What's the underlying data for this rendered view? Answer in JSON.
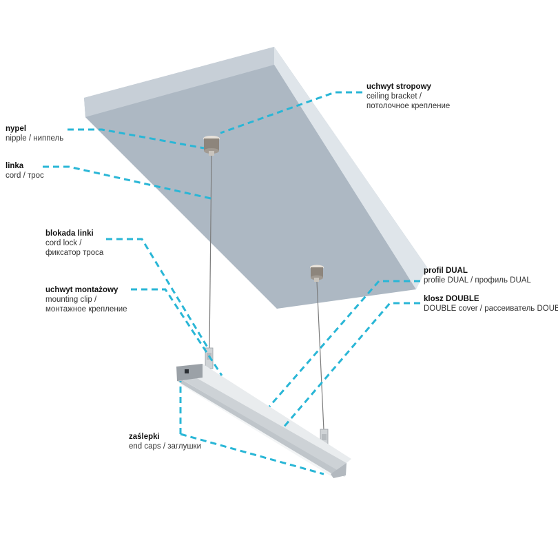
{
  "colors": {
    "accent": "#29b6d6",
    "panel_top": "#b2bcc6",
    "panel_front": "#cfd6dd",
    "panel_side": "#dfe4e9",
    "fixture": "#dde1e4"
  },
  "labels": [
    {
      "key": "ceiling_bracket",
      "title": "uchwyt stropowy",
      "lines": [
        "ceiling bracket /",
        "потолочное крепление"
      ]
    },
    {
      "key": "nipple",
      "title": "nypel",
      "lines": [
        "nipple / ниппель"
      ]
    },
    {
      "key": "cord",
      "title": "linka",
      "lines": [
        "cord / трос"
      ]
    },
    {
      "key": "cord_lock",
      "title": "blokada linki",
      "lines": [
        "cord lock /",
        "фиксатор троса"
      ]
    },
    {
      "key": "mounting_clip",
      "title": "uchwyt montażowy",
      "lines": [
        "mounting clip /",
        "монтажное крепление"
      ]
    },
    {
      "key": "profile",
      "title": "profil DUAL",
      "lines": [
        "profile DUAL / профиль DUAL"
      ]
    },
    {
      "key": "cover",
      "title": "klosz DOUBLE",
      "lines": [
        "DOUBLE cover / рассеиватель DOUBLE"
      ]
    },
    {
      "key": "end_caps",
      "title": "zaślepki",
      "lines": [
        "end caps / заглушки"
      ]
    }
  ]
}
